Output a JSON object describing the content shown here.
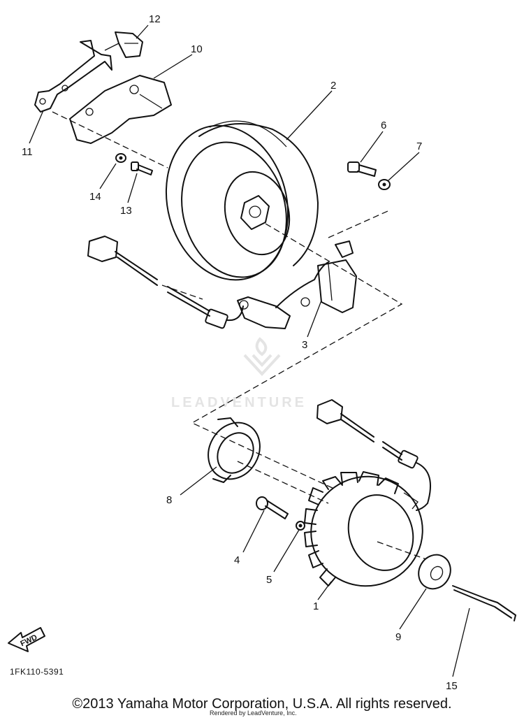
{
  "diagram_ref": "1FK110-5391",
  "fwd_label": "FWD",
  "watermark_text": "LEADVENTURE",
  "copyright": "©2013 Yamaha Motor Corporation, U.S.A. All rights reserved.",
  "render_credit": "Rendered by LeadVenture, Inc.",
  "callouts": [
    "12",
    "10",
    "2",
    "11",
    "14",
    "13",
    "6",
    "7",
    "3",
    "8",
    "4",
    "5",
    "1",
    "9",
    "15"
  ]
}
